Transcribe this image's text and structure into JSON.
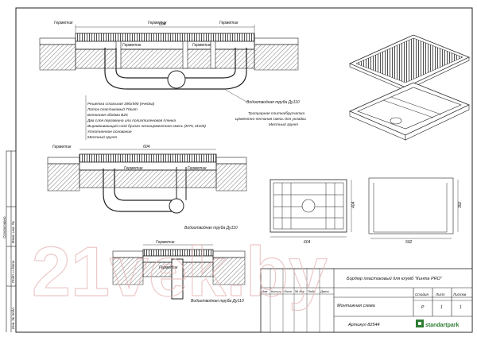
{
  "drawing": {
    "callouts": {
      "germetik": "Герметик",
      "pipe": "Водоотводная труба Ду110",
      "layers": [
        "Решетка стальная 390х590 (ячейка)",
        "Лоток пластиковый Тйкат",
        "Бетонная обойма В25",
        "Два слоя пергамина  или полиэтиленовая пленка",
        "Выравнивающий слой бухого  пескоцементная смесь (М75, М100)",
        "Уплотненное основание",
        "Местный грунт"
      ],
      "right_layers": [
        "Тротуарная плитка/брусчатка",
        "Цементно-песчаная смесь для укладки",
        "Местный грунт"
      ]
    },
    "dimensions": {
      "tray_width": "604",
      "plan_width": "604",
      "plan_height": "404",
      "side_width": "592",
      "side_height": "392"
    }
  },
  "title_block": {
    "title": "Бордюр пластиковый для клумб \"Кинта PRO\"",
    "subtitle": "Монтажная схема",
    "article": "Артикул 82544",
    "col_stage": "Стадия",
    "col_sheet": "Лист",
    "col_sheets": "Листов",
    "stage_value": "Р",
    "sheet_value": "1",
    "sheets_value": "1",
    "row_headers": [
      "Изм",
      "Кол.уч",
      "Лист",
      "№ док",
      "Подп",
      "Дата"
    ],
    "brand": "standartpark"
  },
  "left_strip": {
    "labels": [
      "Инв. № подл.",
      "Подп. и дата",
      "Взам. инв. №",
      "Согласовано"
    ]
  },
  "watermark": "21vek.by"
}
